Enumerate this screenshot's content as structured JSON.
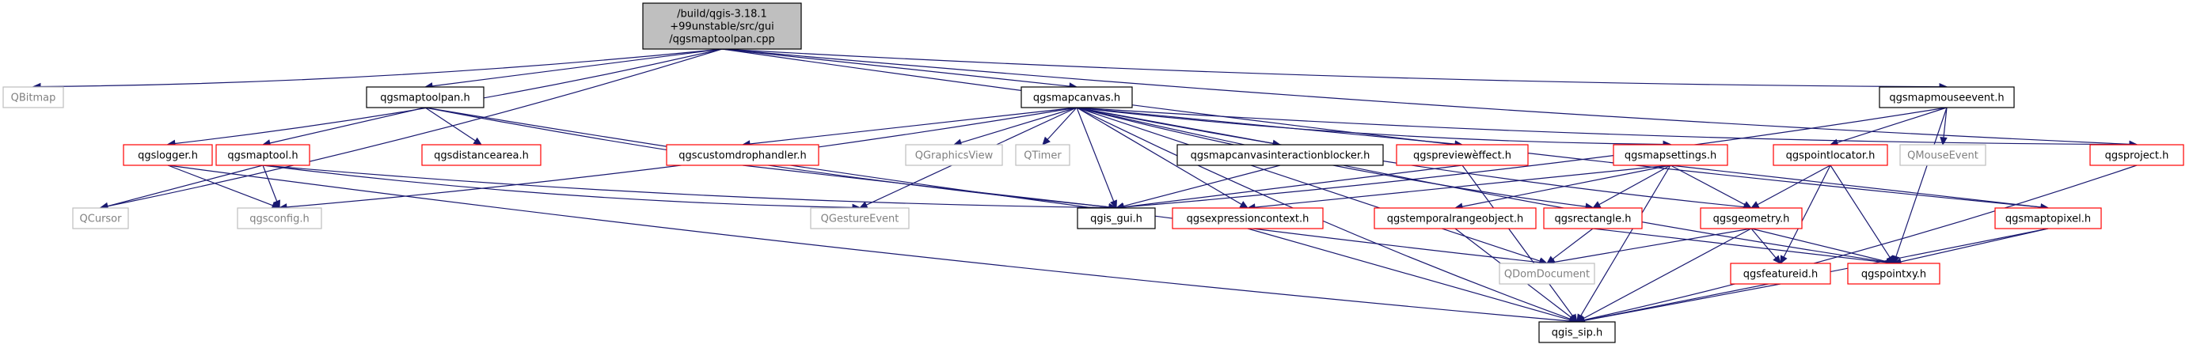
{
  "graph": {
    "nodes": [
      {
        "id": "root",
        "lines": [
          "/build/qgis-3.18.1",
          "+99unstable/src/gui",
          "/qgsmaptoolpan.cpp"
        ],
        "style": "root"
      },
      {
        "id": "QBitmap",
        "lines": [
          "QBitmap"
        ],
        "style": "external"
      },
      {
        "id": "qgsmaptoolpan_h",
        "lines": [
          "qgsmaptoolpan.h"
        ],
        "style": "normal"
      },
      {
        "id": "qgsmapcanvas_h",
        "lines": [
          "qgsmapcanvas.h"
        ],
        "style": "normal"
      },
      {
        "id": "qgsmapmouseevent_h",
        "lines": [
          "qgsmapmouseevent.h"
        ],
        "style": "normal"
      },
      {
        "id": "qgslogger_h",
        "lines": [
          "qgslogger.h"
        ],
        "style": "truncated"
      },
      {
        "id": "qgsmaptool_h",
        "lines": [
          "qgsmaptool.h"
        ],
        "style": "truncated"
      },
      {
        "id": "qgsdistancearea_h",
        "lines": [
          "qgsdistancearea.h"
        ],
        "style": "truncated"
      },
      {
        "id": "qgscustomdrophandler_h",
        "lines": [
          "qgscustomdrophandler.h"
        ],
        "style": "truncated"
      },
      {
        "id": "QGraphicsView",
        "lines": [
          "QGraphicsView"
        ],
        "style": "external"
      },
      {
        "id": "QTimer",
        "lines": [
          "QTimer"
        ],
        "style": "external"
      },
      {
        "id": "qgsmapcanvasinteractionblocker_h",
        "lines": [
          "qgsmapcanvasinteractionblocker.h"
        ],
        "style": "normal"
      },
      {
        "id": "qgspreviewe_h",
        "lines": [
          "qgspreviewèffect.h"
        ],
        "style": "truncated"
      },
      {
        "id": "qgsmapsettings_h",
        "lines": [
          "qgsmapsettings.h"
        ],
        "style": "truncated"
      },
      {
        "id": "qgspointlocator_h",
        "lines": [
          "qgspointlocator.h"
        ],
        "style": "truncated"
      },
      {
        "id": "QMouseEvent",
        "lines": [
          "QMouseEvent"
        ],
        "style": "external"
      },
      {
        "id": "qgsproject_h",
        "lines": [
          "qgsproject.h"
        ],
        "style": "truncated"
      },
      {
        "id": "QCursor",
        "lines": [
          "QCursor"
        ],
        "style": "external"
      },
      {
        "id": "qgsconfig_h",
        "lines": [
          "qgsconfig.h"
        ],
        "style": "external"
      },
      {
        "id": "QGestureEvent",
        "lines": [
          "QGestureEvent"
        ],
        "style": "external"
      },
      {
        "id": "qgis_gui_h",
        "lines": [
          "qgis_gui.h"
        ],
        "style": "normal"
      },
      {
        "id": "qgsexpressioncontext_h",
        "lines": [
          "qgsexpressioncontext.h"
        ],
        "style": "truncated"
      },
      {
        "id": "qgstemporalrangeobject_h",
        "lines": [
          "qgstemporalrangeobject.h"
        ],
        "style": "truncated"
      },
      {
        "id": "qgsrectangle_h",
        "lines": [
          "qgsrectangle.h"
        ],
        "style": "truncated"
      },
      {
        "id": "qgsgeometry_h",
        "lines": [
          "qgsgeometry.h"
        ],
        "style": "truncated"
      },
      {
        "id": "qgsmaptopixel_h",
        "lines": [
          "qgsmaptopixel.h"
        ],
        "style": "truncated"
      },
      {
        "id": "QDomDocument",
        "lines": [
          "QDomDocument"
        ],
        "style": "external"
      },
      {
        "id": "qgsfeatureid_h",
        "lines": [
          "qgsfeatureid.h"
        ],
        "style": "truncated"
      },
      {
        "id": "qgspointxy_h",
        "lines": [
          "qgspointxy.h"
        ],
        "style": "truncated"
      },
      {
        "id": "qgis_sip_h",
        "lines": [
          "qgis_sip.h"
        ],
        "style": "normal"
      }
    ],
    "edges": [
      [
        "root",
        "QBitmap"
      ],
      [
        "root",
        "qgsmaptoolpan_h"
      ],
      [
        "root",
        "qgsmapcanvas_h"
      ],
      [
        "root",
        "qgsmapmouseevent_h"
      ],
      [
        "root",
        "qgslogger_h"
      ],
      [
        "root",
        "QCursor"
      ],
      [
        "root",
        "qgsproject_h"
      ],
      [
        "root",
        "qgsmaptopixel_h"
      ],
      [
        "qgsmaptoolpan_h",
        "qgsmaptool_h"
      ],
      [
        "qgsmaptoolpan_h",
        "qgsdistancearea_h"
      ],
      [
        "qgsmaptoolpan_h",
        "qgis_gui_h"
      ],
      [
        "qgsmaptoolpan_h",
        "QDomDocument"
      ],
      [
        "qgsmapcanvas_h",
        "qgsconfig_h"
      ],
      [
        "qgsmapcanvas_h",
        "qgscustomdrophandler_h"
      ],
      [
        "qgsmapcanvas_h",
        "QGraphicsView"
      ],
      [
        "qgsmapcanvas_h",
        "QTimer"
      ],
      [
        "qgsmapcanvas_h",
        "qgsmapcanvasinteractionblocker_h"
      ],
      [
        "qgsmapcanvas_h",
        "qgspreviewe_h"
      ],
      [
        "qgsmapcanvas_h",
        "qgsmapsettings_h"
      ],
      [
        "qgsmapcanvas_h",
        "qgsproject_h"
      ],
      [
        "qgsmapcanvas_h",
        "QGestureEvent"
      ],
      [
        "qgsmapcanvas_h",
        "qgis_gui_h"
      ],
      [
        "qgsmapcanvas_h",
        "qgsexpressioncontext_h"
      ],
      [
        "qgsmapcanvas_h",
        "qgsrectangle_h"
      ],
      [
        "qgsmapcanvas_h",
        "qgsgeometry_h"
      ],
      [
        "qgsmapcanvas_h",
        "qgis_sip_h"
      ],
      [
        "qgsmapcanvas_h",
        "qgspointxy_h"
      ],
      [
        "qgsmapcanvas_h",
        "QDomDocument"
      ],
      [
        "qgsmapmouseevent_h",
        "qgspointlocator_h"
      ],
      [
        "qgsmapmouseevent_h",
        "QMouseEvent"
      ],
      [
        "qgsmapmouseevent_h",
        "qgis_gui_h"
      ],
      [
        "qgsmapmouseevent_h",
        "qgspointxy_h"
      ],
      [
        "qgslogger_h",
        "qgsconfig_h"
      ],
      [
        "qgslogger_h",
        "qgis_sip_h"
      ],
      [
        "qgsmaptool_h",
        "QCursor"
      ],
      [
        "qgsmaptool_h",
        "qgsconfig_h"
      ],
      [
        "qgsmaptool_h",
        "QGestureEvent"
      ],
      [
        "qgsmaptool_h",
        "qgis_gui_h"
      ],
      [
        "qgscustomdrophandler_h",
        "qgis_gui_h"
      ],
      [
        "qgsmapcanvasinteractionblocker_h",
        "qgis_gui_h"
      ],
      [
        "qgspreviewe_h",
        "qgis_gui_h"
      ],
      [
        "qgspreviewe_h",
        "qgis_sip_h"
      ],
      [
        "qgsmapsettings_h",
        "qgsexpressioncontext_h"
      ],
      [
        "qgsmapsettings_h",
        "qgstemporalrangeobject_h"
      ],
      [
        "qgsmapsettings_h",
        "qgsrectangle_h"
      ],
      [
        "qgsmapsettings_h",
        "qgsgeometry_h"
      ],
      [
        "qgsmapsettings_h",
        "qgsmaptopixel_h"
      ],
      [
        "qgsmapsettings_h",
        "qgis_sip_h"
      ],
      [
        "qgspointlocator_h",
        "qgsgeometry_h"
      ],
      [
        "qgspointlocator_h",
        "qgsfeatureid_h"
      ],
      [
        "qgspointlocator_h",
        "qgspointxy_h"
      ],
      [
        "qgsproject_h",
        "qgis_sip_h"
      ],
      [
        "qgsexpressioncontext_h",
        "qgis_sip_h"
      ],
      [
        "qgstemporalrangeobject_h",
        "qgis_sip_h"
      ],
      [
        "qgsrectangle_h",
        "QDomDocument"
      ],
      [
        "qgsrectangle_h",
        "qgspointxy_h"
      ],
      [
        "qgsgeometry_h",
        "QDomDocument"
      ],
      [
        "qgsgeometry_h",
        "qgsfeatureid_h"
      ],
      [
        "qgsgeometry_h",
        "qgspointxy_h"
      ],
      [
        "qgsgeometry_h",
        "qgis_sip_h"
      ],
      [
        "qgsmaptopixel_h",
        "qgspointxy_h"
      ],
      [
        "qgsmaptopixel_h",
        "qgis_sip_h"
      ],
      [
        "qgsfeatureid_h",
        "qgis_sip_h"
      ]
    ]
  },
  "colors": {
    "edge": "#191970",
    "normal_border": "#000000",
    "truncated_border": "#ff0000",
    "external_border": "#bfbfbf",
    "external_text": "#808080",
    "root_fill": "#bfbfbf",
    "node_text": "#000000"
  }
}
